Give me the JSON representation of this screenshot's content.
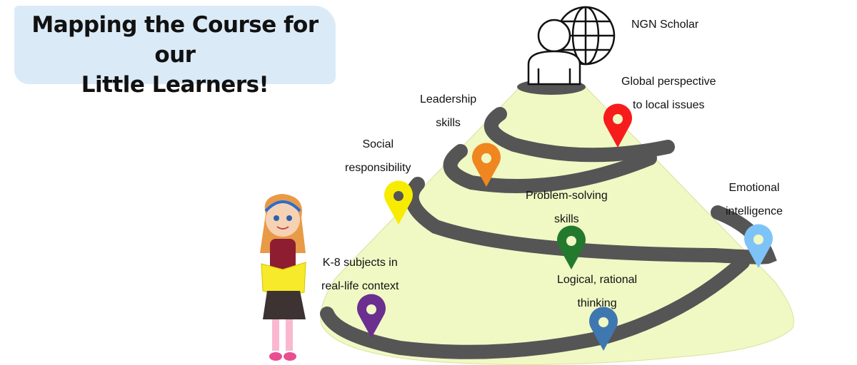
{
  "title": {
    "line1": "Mapping the Course for our",
    "line2": "Little Learners!"
  },
  "top_label": "NGN Scholar",
  "milestones": [
    {
      "line1": "K-8 subjects in",
      "line2": "real-life context",
      "color": "#6a2f8f"
    },
    {
      "line1": "Logical, rational",
      "line2": "thinking",
      "color": "#3f78b0"
    },
    {
      "line1": "Emotional",
      "line2": "intelligence",
      "color": "#7dc3f7"
    },
    {
      "line1": "Problem-solving",
      "line2": "skills",
      "color": "#237a2e"
    },
    {
      "line1": "Social",
      "line2": "responsibility",
      "color": "#f7ec00"
    },
    {
      "line1": "Leadership",
      "line2": "skills",
      "color": "#f08620"
    },
    {
      "line1": "Global perspective",
      "line2": "to local issues",
      "color": "#f71c1c"
    }
  ],
  "colors": {
    "mountain": "#f0f8c4",
    "road": "#555555",
    "title_bg": "#dbeaf7"
  }
}
